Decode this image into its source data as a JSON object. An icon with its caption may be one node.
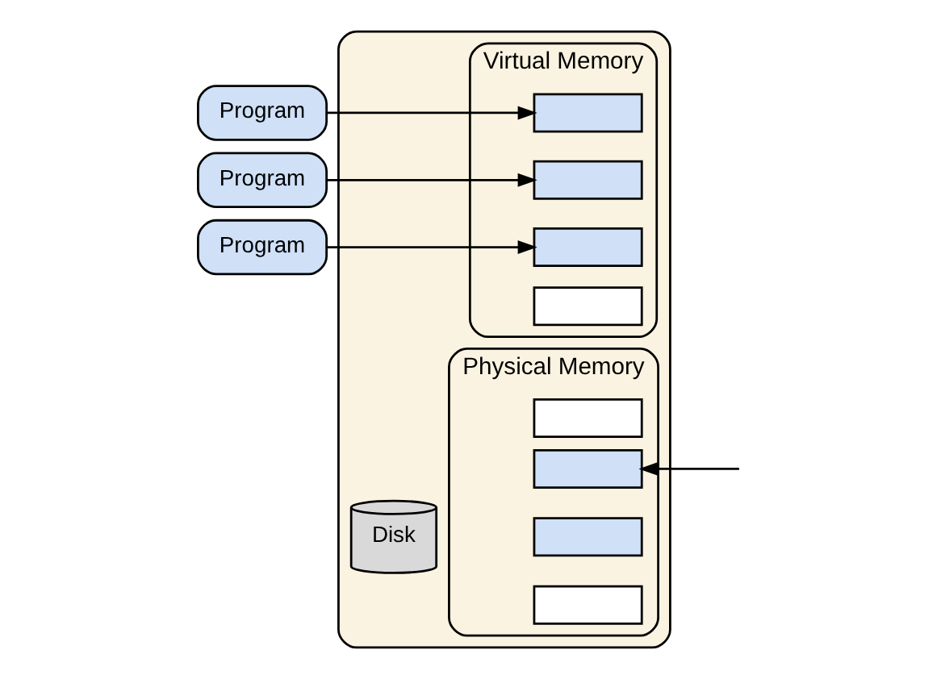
{
  "diagram": {
    "nodes": [
      {
        "text": [
          "Program"
        ]
      },
      {
        "text": [
          "Program"
        ]
      },
      {
        "text": [
          "Program"
        ]
      },
      {
        "text": [],
        "shape": "box"
      },
      {
        "text": [
          "Virtual Memory"
        ],
        "in": 3
      },
      {
        "text": [],
        "shape": "box",
        "in": 4
      },
      {
        "text": [],
        "shape": "box",
        "in": 4
      },
      {
        "text": [],
        "shape": "box",
        "in": 4
      },
      {
        "text": [],
        "shape": "box",
        "in": 4
      },
      {
        "text": [
          "Physical Memory"
        ],
        "in": 3
      },
      {
        "text": [],
        "shape": "box",
        "in": 9
      },
      {
        "text": [],
        "shape": "box",
        "in": 9
      },
      {
        "text": [],
        "shape": "box",
        "in": 9
      },
      {
        "text": [],
        "shape": "box",
        "in": 9
      },
      {
        "text": [
          "Disk"
        ],
        "in": 3
      }
    ],
    "edges": [
      {
        "from": 0,
        "to": 5,
        "arrow": "to"
      },
      {
        "from": 1,
        "to": 6,
        "arrow": "to"
      },
      {
        "from": 2,
        "to": 7,
        "arrow": "to"
      },
      {
        "from": null,
        "to": 11,
        "arrow": "to"
      }
    ]
  }
}
